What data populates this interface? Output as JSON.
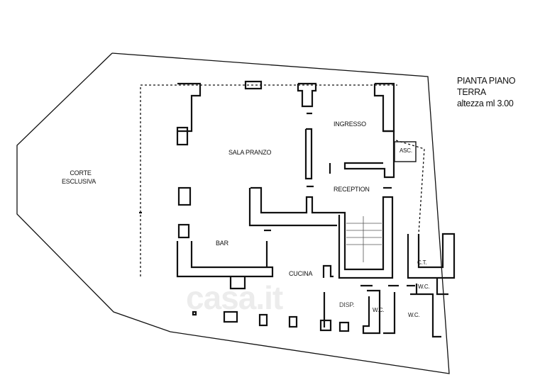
{
  "title": {
    "line1": "PIANTA PIANO TERRA",
    "line2": "altezza ml 3.00"
  },
  "rooms": {
    "corte_line1": "CORTE",
    "corte_line2": "ESCLUSIVA",
    "sala_pranzo": "SALA PRANZO",
    "ingresso": "INGRESSO",
    "asc": "ASC.",
    "reception": "RECEPTION",
    "bar": "BAR",
    "cucina": "CUCINA",
    "ct": "C.T.",
    "wc1": "W.C.",
    "wc2": "W.C.",
    "wc3": "W.C.",
    "disp": "DISP."
  },
  "watermark": "casa.it"
}
